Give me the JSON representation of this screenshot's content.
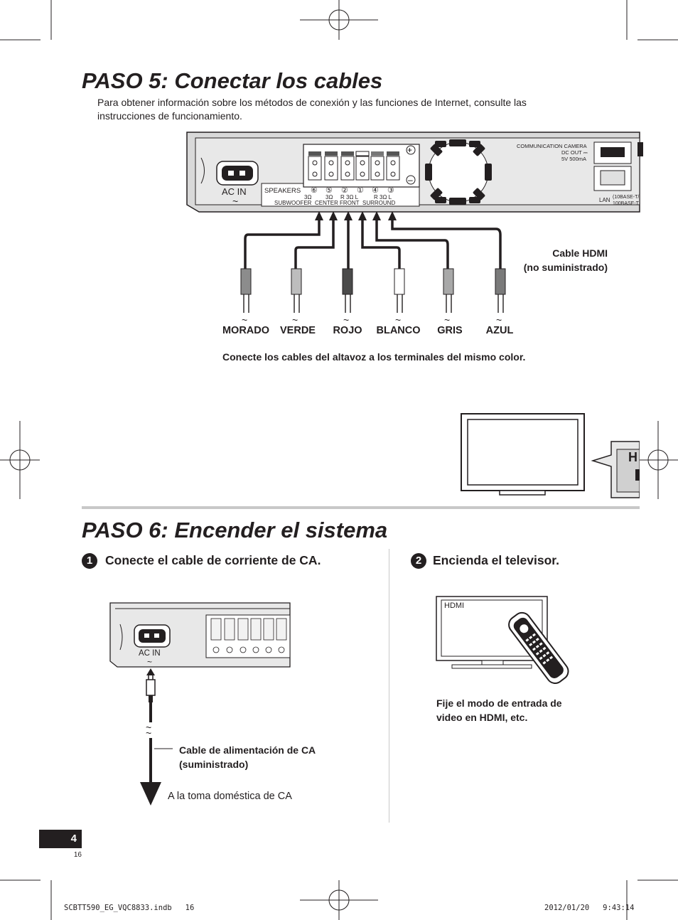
{
  "step5": {
    "title": "PASO 5: Conectar los cables",
    "intro_line1": "Para obtener información sobre los métodos de conexión y las funciones de Internet, consulte las",
    "intro_line2": "instrucciones de funcionamiento.",
    "panel": {
      "ac_in": "AC IN",
      "speakers": "SPEAKERS",
      "subwoofer": "SUBWOOFER",
      "center": "CENTER",
      "front": "FRONT",
      "surround": "SURROUND",
      "comm_camera": "COMMUNICATION CAMERA",
      "dc_out": "DC OUT ⎓",
      "dc_rating": "5V 500mA",
      "lan": "LAN",
      "lan_spec1": "(10BASE-T/",
      "lan_spec2": "100BASE-T",
      "imp1": "3Ω",
      "imp2": "3Ω",
      "imp3": "R 3Ω L",
      "imp4": "R 3Ω L",
      "terminals": [
        "⑥",
        "⑤",
        "②",
        "①",
        "④",
        "③"
      ]
    },
    "hdmi_cable_line1": "Cable HDMI",
    "hdmi_cable_line2": "(no suministrado)",
    "cable_colors": [
      "MORADO",
      "VERDE",
      "ROJO",
      "BLANCO",
      "GRIS",
      "AZUL"
    ],
    "note": "Conecte los cables del altavoz a los terminales del mismo color."
  },
  "step6": {
    "title": "PASO 6: Encender el sistema",
    "sub1_num": "1",
    "sub1_title": "Conecte el cable de corriente de CA.",
    "sub2_num": "2",
    "sub2_title": "Encienda el televisor.",
    "ac_in": "AC IN",
    "power_cable_line1": "Cable de alimentación de CA",
    "power_cable_line2": "(suministrado)",
    "outlet": "A la toma doméstica de CA",
    "tv_screen_label": "HDMI",
    "tv_note_line1": "Fije el modo de entrada de",
    "tv_note_line2": "video en HDMI, etc."
  },
  "footer": {
    "page_number": "4",
    "sub_page": "16",
    "file_info": "SCBTT590_EG_VQC8833.indb   16",
    "timestamp": "2012/01/20   9:43:14"
  },
  "colors": {
    "text": "#231f20",
    "panel_gray": "#d9d9d9",
    "rule_gray": "#c8c8c8"
  }
}
